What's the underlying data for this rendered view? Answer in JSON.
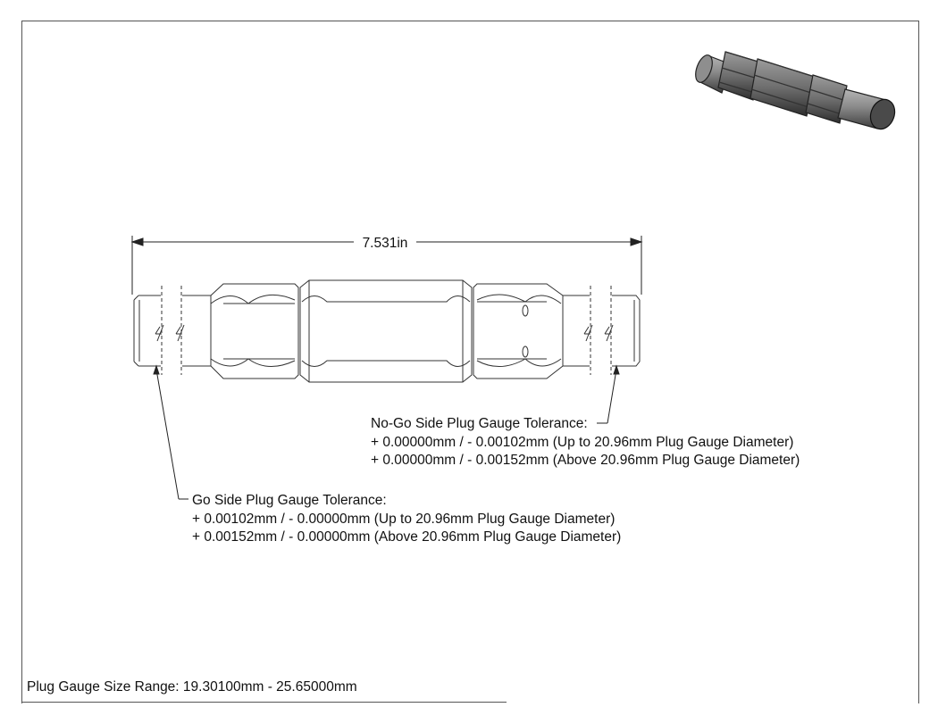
{
  "dimension": {
    "overall_length": "7.531in"
  },
  "nogo_note": {
    "title": "No-Go Side Plug Gauge Tolerance:",
    "line1": "+ 0.00000mm / - 0.00102mm (Up to 20.96mm Plug Gauge Diameter)",
    "line2": "+ 0.00000mm / - 0.00152mm (Above 20.96mm Plug Gauge Diameter)"
  },
  "go_note": {
    "title": "Go Side Plug Gauge Tolerance:",
    "line1": "+ 0.00102mm / - 0.00000mm (Up to 20.96mm Plug Gauge Diameter)",
    "line2": "+ 0.00152mm / - 0.00000mm (Above 20.96mm Plug Gauge Diameter)"
  },
  "title_block": {
    "size_range": "Plug Gauge Size Range: 19.30100mm - 25.65000mm"
  }
}
